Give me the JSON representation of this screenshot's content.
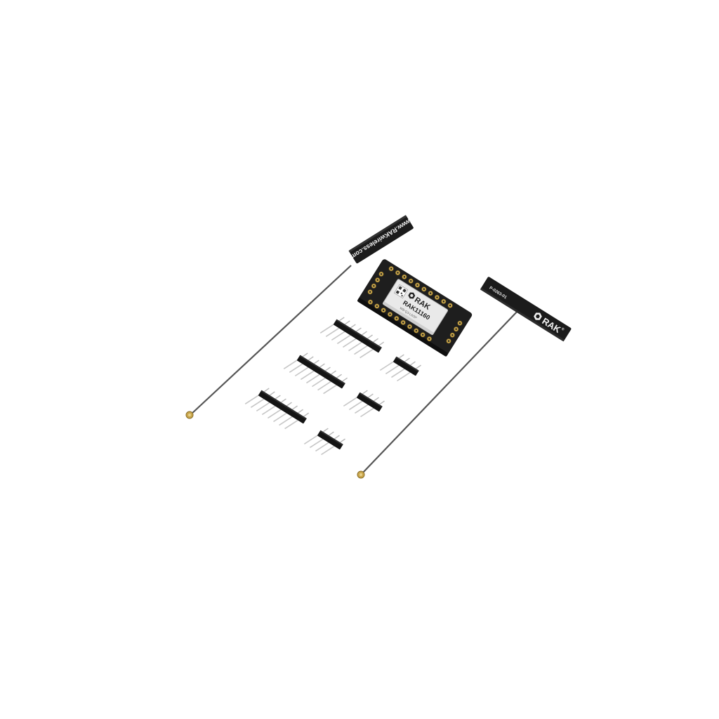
{
  "antenna_left": {
    "label": "www.RAKwireless.com"
  },
  "antenna_right": {
    "part_number": "P-0263-01",
    "brand": "RAK",
    "trademark": "®"
  },
  "module": {
    "brand": "RAK",
    "model": "RAK11160",
    "fine_print": "WB-Q3-L6/3P"
  },
  "colors": {
    "pcb": "#1e1e1e",
    "module_shield": "#e9e9e9",
    "gold": "#c9a64b",
    "cable": "#555555",
    "header_plastic": "#141414",
    "pins": "#c6c6c6"
  }
}
